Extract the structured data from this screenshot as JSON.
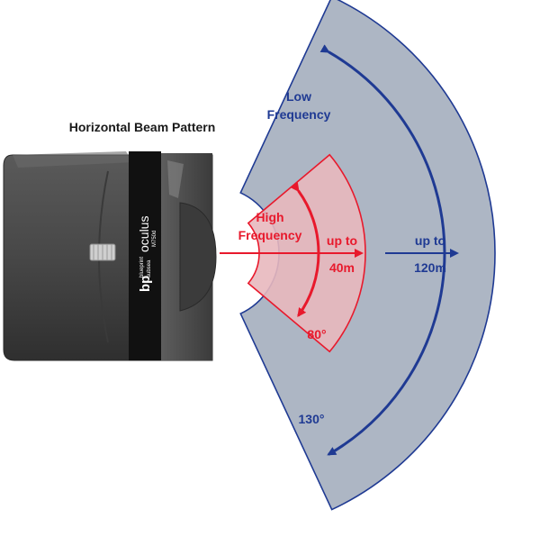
{
  "title": "Horizontal Beam Pattern",
  "device": {
    "brand_mark": "bp",
    "brand_name_line1": "blueprint",
    "brand_name_line2": "subsea",
    "product_name": "oculus",
    "product_subtitle": "M750d",
    "body_color": "#4a4a4a",
    "stripe_color": "#111111"
  },
  "low_frequency": {
    "label_line1": "Low",
    "label_line2": "Frequency",
    "range_line1": "up to",
    "range_line2": "120m",
    "angle": "130°",
    "fill_color": "#a9b2c1",
    "line_color": "#1f3a93"
  },
  "high_frequency": {
    "label_line1": "High",
    "label_line2": "Frequency",
    "range_line1": "up to",
    "range_line2": "40m",
    "angle": "80°",
    "fill_color": "#e8b8be",
    "line_color": "#e8192c"
  }
}
